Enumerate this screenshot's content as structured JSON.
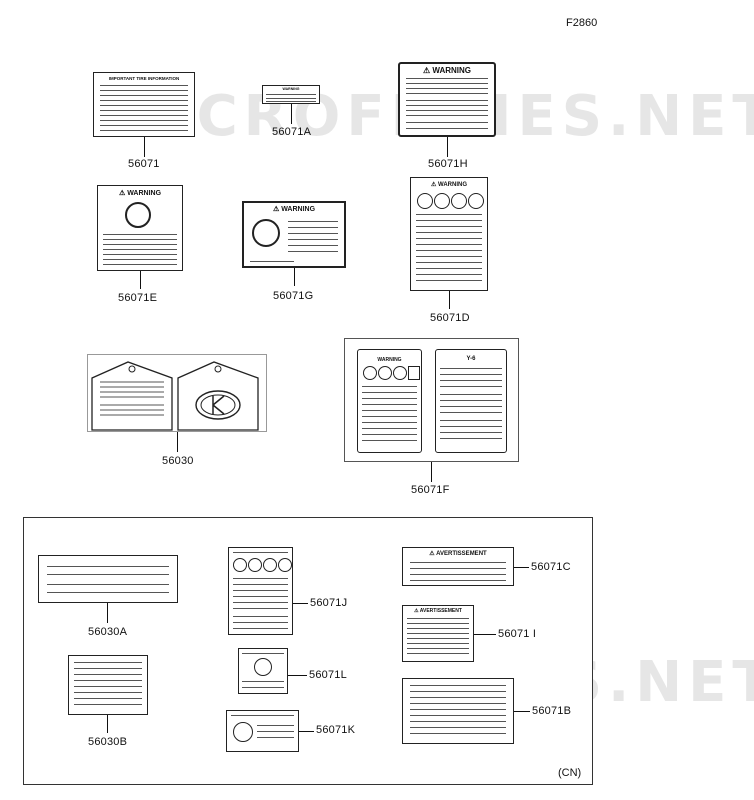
{
  "figure_code": "F2860",
  "region_code": "(CN)",
  "watermark": "MICROFICHES.NET",
  "parts": {
    "p56071": "56071",
    "p56071A": "56071A",
    "p56071H": "56071H",
    "p56071E": "56071E",
    "p56071G": "56071G",
    "p56071D": "56071D",
    "p56030": "56030",
    "p56071F": "56071F",
    "p56030A": "56030A",
    "p56071J": "56071J",
    "p56071C": "56071C",
    "p56071I": "56071 I",
    "p56071L": "56071L",
    "p56030B": "56030B",
    "p56071B": "56071B",
    "p56071K": "56071K"
  },
  "label_texts": {
    "important_title": "IMPORTANT TIRE INFORMATION",
    "warning": "WARNING",
    "warning_small": "WARNING",
    "advert": "AVERTISSEMENT",
    "youth": "Y-6"
  },
  "colors": {
    "line": "#111111",
    "watermark": "#e6e6e6"
  }
}
